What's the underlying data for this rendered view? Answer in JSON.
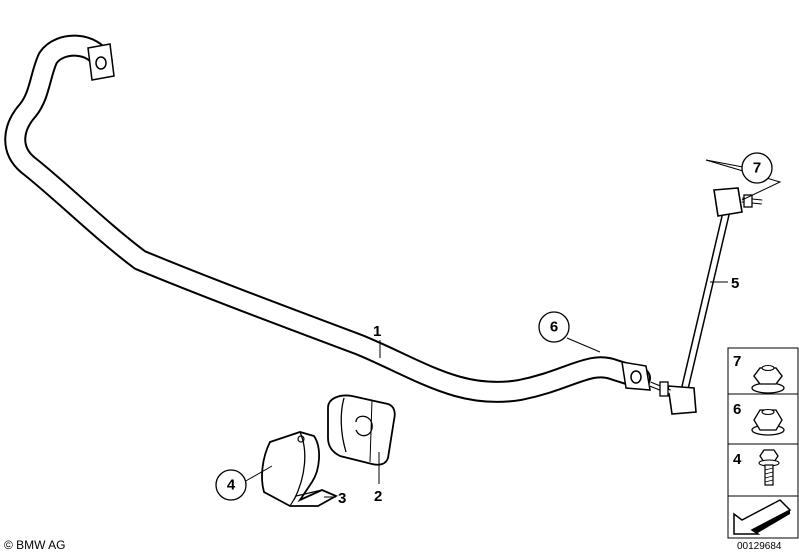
{
  "diagram": {
    "callouts": {
      "part1": "1",
      "part2": "2",
      "part3": "3",
      "part4": "4",
      "part5": "5",
      "part6": "6",
      "part7": "7"
    },
    "legend": {
      "rows": [
        {
          "number": "7",
          "icon": "flange-nut-icon"
        },
        {
          "number": "6",
          "icon": "flange-nut-icon"
        },
        {
          "number": "4",
          "icon": "bolt-icon"
        }
      ],
      "arrow_icon": "direction-arrow-icon"
    }
  },
  "footer": {
    "copyright": "© BMW AG",
    "document_number": "00129684"
  }
}
